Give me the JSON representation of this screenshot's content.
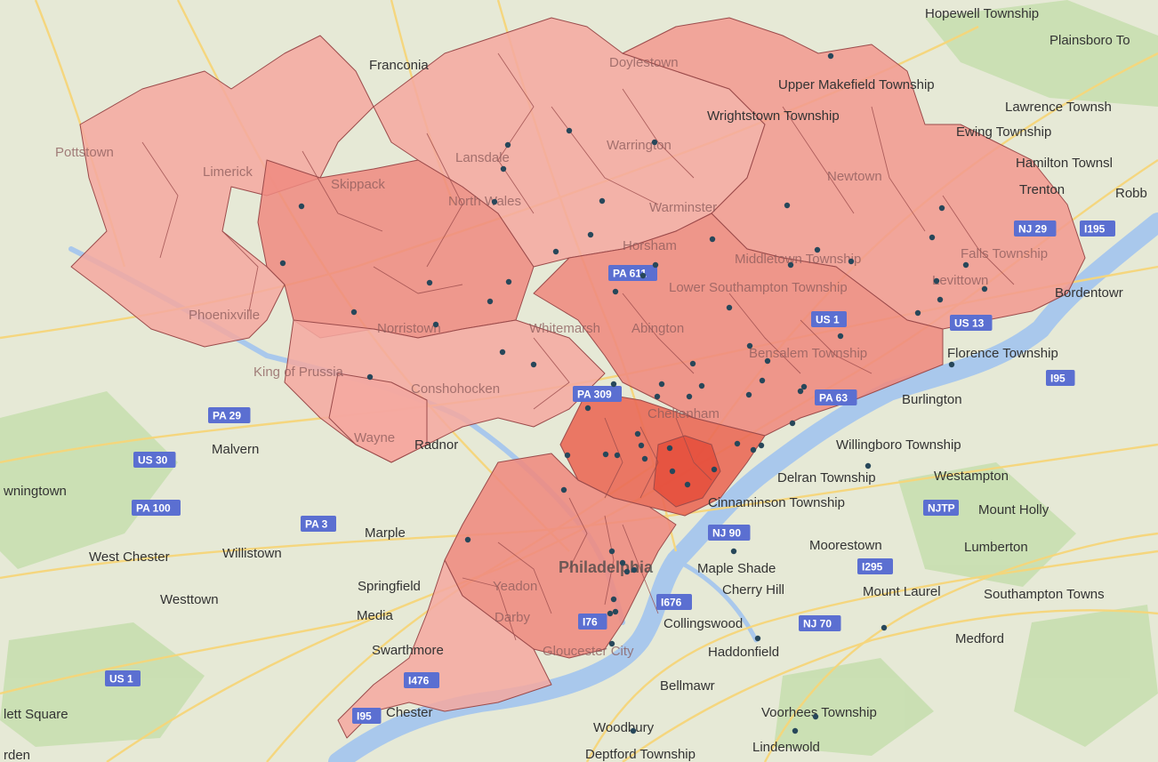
{
  "colors": {
    "land": "#e6e9d6",
    "park": "#c8dfb0",
    "water": "#a9c8ec",
    "road": "#f6d67a",
    "region_light": "#f4a8a0",
    "region_mid": "#ef8a80",
    "region_dark": "#ea6a58",
    "marker": "#27475a",
    "shield": "#5b6fd1"
  },
  "places": [
    {
      "name": "Hopewell Township",
      "faded": false
    },
    {
      "name": "Plainsboro To",
      "faded": false
    },
    {
      "name": "Franconia",
      "faded": false
    },
    {
      "name": "Doylestown",
      "faded": true
    },
    {
      "name": "Upper Makefield Township",
      "faded": false
    },
    {
      "name": "Lawrence Townsh",
      "faded": false
    },
    {
      "name": "Wrightstown Township",
      "faded": false
    },
    {
      "name": "Ewing Township",
      "faded": false
    },
    {
      "name": "Pottstown",
      "faded": true
    },
    {
      "name": "Lansdale",
      "faded": true
    },
    {
      "name": "Warrington",
      "faded": true
    },
    {
      "name": "Hamilton Townsl",
      "faded": false
    },
    {
      "name": "Limerick",
      "faded": true
    },
    {
      "name": "Skippack",
      "faded": true
    },
    {
      "name": "Newtown",
      "faded": true
    },
    {
      "name": "Trenton",
      "faded": false
    },
    {
      "name": "Robb",
      "faded": false
    },
    {
      "name": "North Wales",
      "faded": true
    },
    {
      "name": "Warminster",
      "faded": true
    },
    {
      "name": "Horsham",
      "faded": true
    },
    {
      "name": "Middletown Township",
      "faded": true
    },
    {
      "name": "Falls Township",
      "faded": true
    },
    {
      "name": "Lower Southampton Township",
      "faded": true
    },
    {
      "name": "Levittown",
      "faded": true
    },
    {
      "name": "Bordentowr",
      "faded": false
    },
    {
      "name": "Phoenixville",
      "faded": true
    },
    {
      "name": "Norristown",
      "faded": true
    },
    {
      "name": "Whitemarsh",
      "faded": true
    },
    {
      "name": "Abington",
      "faded": true
    },
    {
      "name": "Bensalem Township",
      "faded": true
    },
    {
      "name": "Florence Township",
      "faded": false
    },
    {
      "name": "King of Prussia",
      "faded": true
    },
    {
      "name": "Conshohocken",
      "faded": true
    },
    {
      "name": "Cheltenham",
      "faded": true
    },
    {
      "name": "Burlington",
      "faded": false
    },
    {
      "name": "Malvern",
      "faded": false
    },
    {
      "name": "Wayne",
      "faded": true
    },
    {
      "name": "Radnor",
      "faded": false
    },
    {
      "name": "Willingboro Township",
      "faded": false
    },
    {
      "name": "Delran Township",
      "faded": false
    },
    {
      "name": "Westampton",
      "faded": false
    },
    {
      "name": "wningtown",
      "faded": false
    },
    {
      "name": "Cinnaminson Township",
      "faded": false
    },
    {
      "name": "Mount Holly",
      "faded": false
    },
    {
      "name": "Marple",
      "faded": false
    },
    {
      "name": "West Chester",
      "faded": false
    },
    {
      "name": "Willistown",
      "faded": false
    },
    {
      "name": "Moorestown",
      "faded": false
    },
    {
      "name": "Lumberton",
      "faded": false
    },
    {
      "name": "Philadelphia",
      "faded": true
    },
    {
      "name": "Maple Shade",
      "faded": false
    },
    {
      "name": "Springfield",
      "faded": false
    },
    {
      "name": "Yeadon",
      "faded": true
    },
    {
      "name": "Cherry Hill",
      "faded": false
    },
    {
      "name": "Mount Laurel",
      "faded": false
    },
    {
      "name": "Southampton Towns",
      "faded": false
    },
    {
      "name": "Westtown",
      "faded": false
    },
    {
      "name": "Darby",
      "faded": true
    },
    {
      "name": "Media",
      "faded": false
    },
    {
      "name": "Collingswood",
      "faded": false
    },
    {
      "name": "Swarthmore",
      "faded": false
    },
    {
      "name": "Haddonfield",
      "faded": false
    },
    {
      "name": "Medford",
      "faded": false
    },
    {
      "name": "Gloucester City",
      "faded": true
    },
    {
      "name": "Bellmawr",
      "faded": false
    },
    {
      "name": "Chester",
      "faded": false
    },
    {
      "name": "lett Square",
      "faded": false
    },
    {
      "name": "Voorhees Township",
      "faded": false
    },
    {
      "name": "Woodbury",
      "faded": false
    },
    {
      "name": "Lindenwold",
      "faded": false
    },
    {
      "name": "Deptford Township",
      "faded": false
    },
    {
      "name": "rden",
      "faded": false
    }
  ],
  "shields": [
    "PA 29",
    "US 30",
    "PA 100",
    "PA 3",
    "US 1",
    "I476",
    "I95",
    "I195",
    "I95",
    "NJ 29",
    "US 1",
    "US 13",
    "PA 63",
    "PA 611",
    "PA 309",
    "NJTP",
    "NJ 90",
    "I295",
    "I676",
    "NJ 70",
    "I76"
  ]
}
